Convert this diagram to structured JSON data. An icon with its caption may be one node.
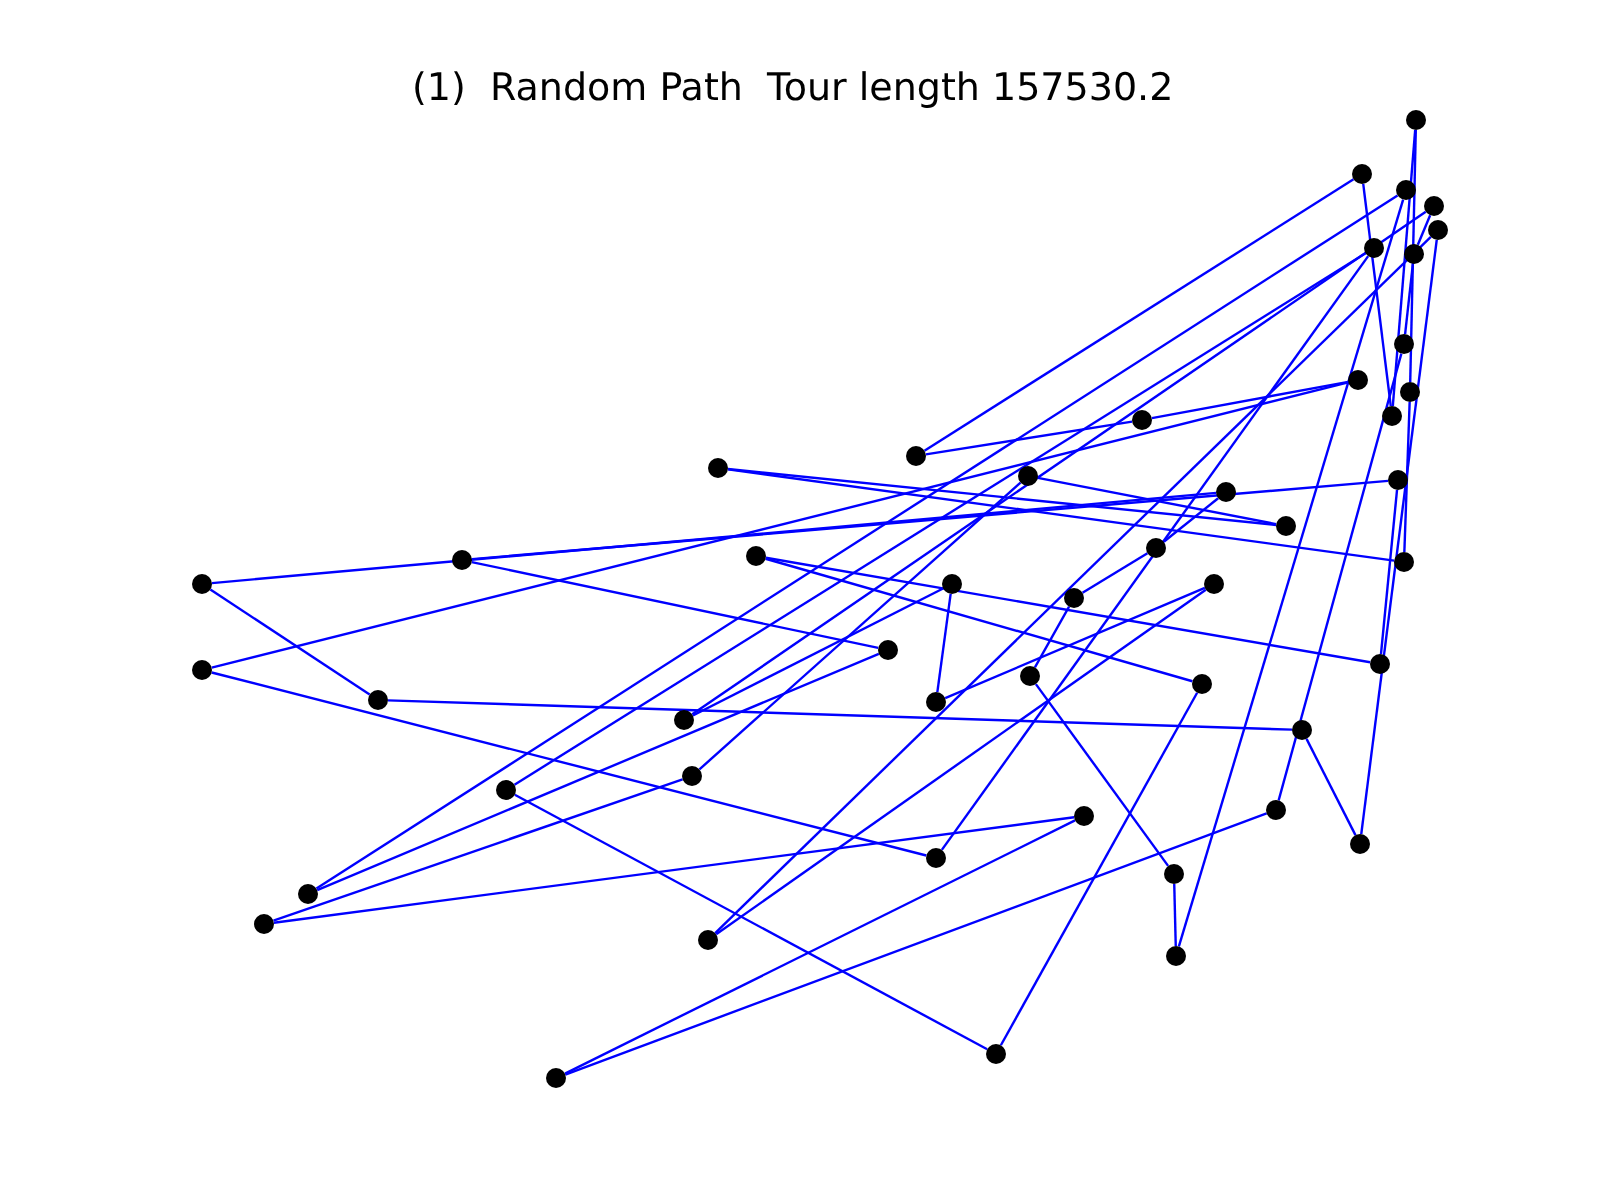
{
  "diagram": {
    "title": "(1)  Random Path  Tour length 157530.2",
    "nodes": [
      {
        "text": [],
        "shape": "circle"
      },
      {
        "text": [],
        "shape": "circle"
      },
      {
        "text": [],
        "shape": "circle"
      },
      {
        "text": [],
        "shape": "circle"
      },
      {
        "text": [],
        "shape": "circle"
      },
      {
        "text": [],
        "shape": "circle"
      },
      {
        "text": [],
        "shape": "circle"
      },
      {
        "text": [],
        "shape": "circle"
      },
      {
        "text": [],
        "shape": "circle"
      },
      {
        "text": [],
        "shape": "circle"
      },
      {
        "text": [],
        "shape": "circle"
      },
      {
        "text": [],
        "shape": "circle"
      },
      {
        "text": [],
        "shape": "circle"
      },
      {
        "text": [],
        "shape": "circle"
      },
      {
        "text": [],
        "shape": "circle"
      },
      {
        "text": [],
        "shape": "circle"
      },
      {
        "text": [],
        "shape": "circle"
      },
      {
        "text": [],
        "shape": "circle"
      },
      {
        "text": [],
        "shape": "circle"
      },
      {
        "text": [],
        "shape": "circle"
      },
      {
        "text": [],
        "shape": "circle"
      },
      {
        "text": [],
        "shape": "circle"
      },
      {
        "text": [],
        "shape": "circle"
      },
      {
        "text": [],
        "shape": "circle"
      },
      {
        "text": [],
        "shape": "circle"
      },
      {
        "text": [],
        "shape": "circle"
      },
      {
        "text": [],
        "shape": "circle"
      },
      {
        "text": [],
        "shape": "circle"
      },
      {
        "text": [],
        "shape": "circle"
      },
      {
        "text": [],
        "shape": "circle"
      },
      {
        "text": [],
        "shape": "circle"
      },
      {
        "text": [],
        "shape": "circle"
      },
      {
        "text": [],
        "shape": "circle"
      },
      {
        "text": [],
        "shape": "circle"
      },
      {
        "text": [],
        "shape": "circle"
      },
      {
        "text": [],
        "shape": "circle"
      },
      {
        "text": [],
        "shape": "circle"
      },
      {
        "text": [],
        "shape": "circle"
      },
      {
        "text": [],
        "shape": "circle"
      },
      {
        "text": [],
        "shape": "circle"
      },
      {
        "text": [],
        "shape": "circle"
      },
      {
        "text": [],
        "shape": "circle"
      },
      {
        "text": [],
        "shape": "circle"
      },
      {
        "text": [],
        "shape": "circle"
      },
      {
        "text": [],
        "shape": "circle"
      },
      {
        "text": [],
        "shape": "circle"
      },
      {
        "text": [],
        "shape": "circle"
      },
      {
        "text": [],
        "shape": "circle"
      }
    ],
    "edges": [
      {
        "from": 47,
        "to": 37,
        "arrow": "none"
      },
      {
        "from": 37,
        "to": 43,
        "arrow": "none"
      },
      {
        "from": 43,
        "to": 35,
        "arrow": "none"
      },
      {
        "from": 35,
        "to": 14,
        "arrow": "none"
      },
      {
        "from": 14,
        "to": 17,
        "arrow": "none"
      },
      {
        "from": 17,
        "to": 13,
        "arrow": "none"
      },
      {
        "from": 13,
        "to": 21,
        "arrow": "none"
      },
      {
        "from": 21,
        "to": 9,
        "arrow": "none"
      },
      {
        "from": 9,
        "to": 0,
        "arrow": "none"
      },
      {
        "from": 0,
        "to": 10,
        "arrow": "none"
      },
      {
        "from": 10,
        "to": 1,
        "arrow": "none"
      },
      {
        "from": 1,
        "to": 12,
        "arrow": "none"
      },
      {
        "from": 12,
        "to": 11,
        "arrow": "none"
      },
      {
        "from": 11,
        "to": 8,
        "arrow": "none"
      },
      {
        "from": 8,
        "to": 27,
        "arrow": "none"
      },
      {
        "from": 27,
        "to": 39,
        "arrow": "none"
      },
      {
        "from": 39,
        "to": 4,
        "arrow": "none"
      },
      {
        "from": 4,
        "to": 36,
        "arrow": "none"
      },
      {
        "from": 36,
        "to": 46,
        "arrow": "none"
      },
      {
        "from": 46,
        "to": 30,
        "arrow": "none"
      },
      {
        "from": 30,
        "to": 20,
        "arrow": "none"
      },
      {
        "from": 20,
        "to": 29,
        "arrow": "none"
      },
      {
        "from": 29,
        "to": 15,
        "arrow": "none"
      },
      {
        "from": 15,
        "to": 19,
        "arrow": "none"
      },
      {
        "from": 19,
        "to": 26,
        "arrow": "none"
      },
      {
        "from": 26,
        "to": 42,
        "arrow": "none"
      },
      {
        "from": 42,
        "to": 2,
        "arrow": "none"
      },
      {
        "from": 2,
        "to": 45,
        "arrow": "none"
      },
      {
        "from": 45,
        "to": 41,
        "arrow": "none"
      },
      {
        "from": 41,
        "to": 28,
        "arrow": "none"
      },
      {
        "from": 28,
        "to": 25,
        "arrow": "none"
      },
      {
        "from": 25,
        "to": 18,
        "arrow": "none"
      },
      {
        "from": 18,
        "to": 16,
        "arrow": "none"
      },
      {
        "from": 16,
        "to": 22,
        "arrow": "none"
      },
      {
        "from": 22,
        "to": 31,
        "arrow": "none"
      },
      {
        "from": 31,
        "to": 34,
        "arrow": "none"
      },
      {
        "from": 34,
        "to": 40,
        "arrow": "none"
      },
      {
        "from": 40,
        "to": 6,
        "arrow": "none"
      },
      {
        "from": 6,
        "to": 44,
        "arrow": "none"
      },
      {
        "from": 44,
        "to": 24,
        "arrow": "none"
      },
      {
        "from": 24,
        "to": 32,
        "arrow": "none"
      },
      {
        "from": 32,
        "to": 23,
        "arrow": "none"
      },
      {
        "from": 23,
        "to": 33,
        "arrow": "none"
      },
      {
        "from": 33,
        "to": 3,
        "arrow": "none"
      },
      {
        "from": 3,
        "to": 5,
        "arrow": "none"
      },
      {
        "from": 5,
        "to": 7,
        "arrow": "none"
      },
      {
        "from": 7,
        "to": 38,
        "arrow": "none"
      },
      {
        "from": 38,
        "to": 47,
        "arrow": "none"
      }
    ]
  }
}
